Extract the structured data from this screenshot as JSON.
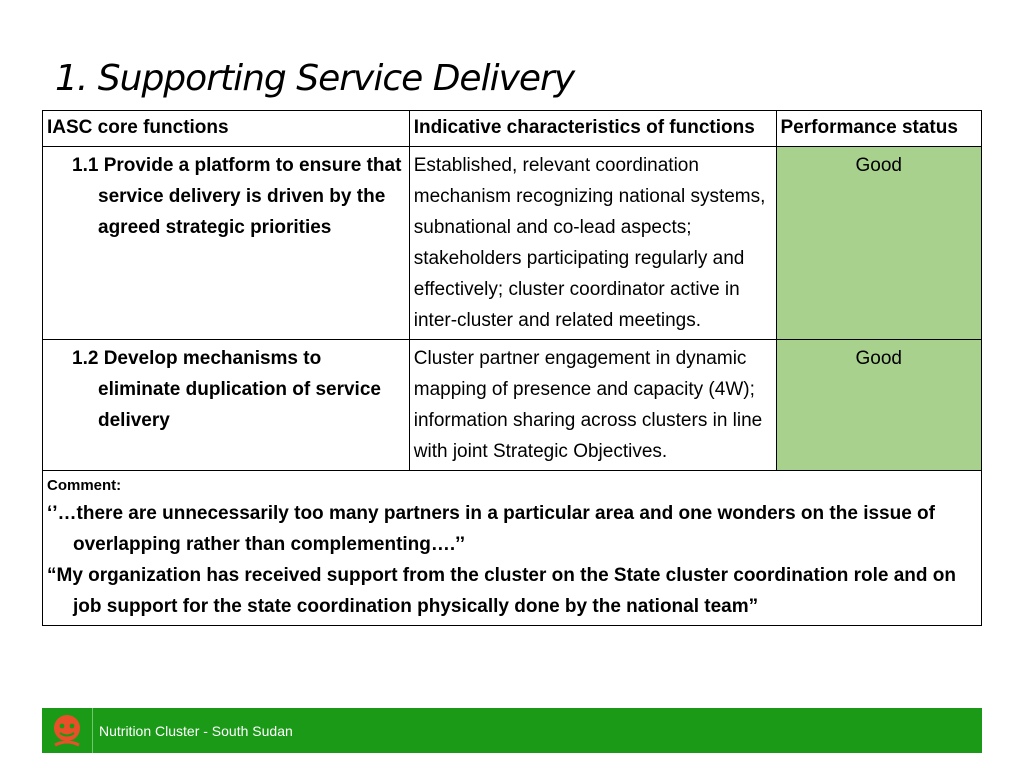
{
  "title": "1. Supporting Service Delivery",
  "table": {
    "headers": [
      "IASC core functions",
      "Indicative characteristics of functions",
      "Performance status"
    ],
    "rows": [
      {
        "function": "1.1 Provide a platform to ensure that service delivery is driven by the agreed strategic priorities",
        "characteristics": "Established, relevant coordination mechanism recognizing national systems, subnational and co-lead aspects; stakeholders participating regularly and effectively; cluster coordinator active in inter-cluster and related meetings.",
        "status": "Good"
      },
      {
        "function": "1.2 Develop mechanisms to eliminate duplication of service delivery",
        "characteristics": "Cluster partner engagement in dynamic mapping of presence and capacity (4W); information sharing across clusters in line with joint Strategic Objectives.",
        "status": "Good"
      }
    ],
    "comments": {
      "label": "Comment:",
      "quotes": [
        "‘’…there are unnecessarily too many partners in a particular area and one wonders on the issue of overlapping rather than complementing….’’",
        "“My organization has received support from the cluster on the State cluster coordination role and on job support for the state coordination physically done by the national team”"
      ]
    }
  },
  "footer": {
    "text": "Nutrition Cluster - South Sudan",
    "logo_icon": "nutrition-cluster-logo-icon",
    "bg_color": "#1b9a18",
    "status_color": "#a9d18e"
  }
}
